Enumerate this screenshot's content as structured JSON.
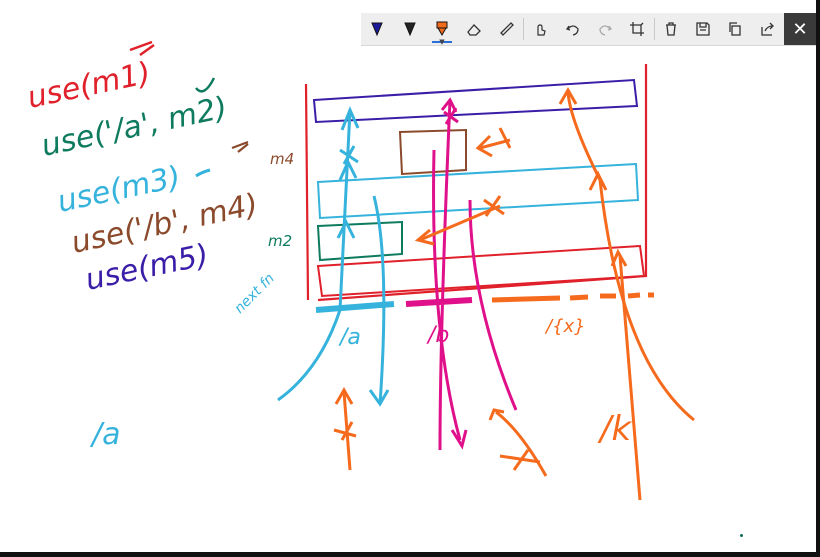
{
  "toolbar": {
    "tools": [
      {
        "name": "ballpoint-pen",
        "icon": "pen-icon",
        "color": "#1b1b9a"
      },
      {
        "name": "pencil",
        "icon": "pencil-icon",
        "color": "#222222"
      },
      {
        "name": "highlighter",
        "icon": "highlighter-icon",
        "color": "#f26a1b",
        "active": true
      },
      {
        "name": "eraser",
        "icon": "eraser-icon"
      },
      {
        "name": "ruler",
        "icon": "ruler-icon"
      },
      {
        "name": "touch-writing",
        "icon": "touch-icon"
      },
      {
        "name": "undo",
        "icon": "undo-icon"
      },
      {
        "name": "redo",
        "icon": "redo-icon",
        "disabled": true
      },
      {
        "name": "crop",
        "icon": "crop-icon"
      },
      {
        "name": "delete",
        "icon": "trash-icon"
      },
      {
        "name": "save",
        "icon": "save-icon"
      },
      {
        "name": "copy",
        "icon": "copy-icon"
      },
      {
        "name": "share",
        "icon": "share-icon"
      }
    ],
    "close_label": "✕"
  },
  "handwriting": {
    "line1": "use(m1)",
    "line2": "use('/a', m2)",
    "line3": "use(m3)",
    "line4": "use('/b', m4)",
    "line5": "use(m5)",
    "label_m4": "m4",
    "label_m2": "m2",
    "label_nextfn": "next fn",
    "label_a": "/a",
    "label_b": "/b",
    "label_k": "/k",
    "label_star": "/{x}",
    "label_a2": "/a"
  },
  "colors": {
    "red": "#e0202a",
    "green": "#0e7a5e",
    "cyan": "#36b3dc",
    "brown": "#8b4a2b",
    "purple": "#3b1ea8",
    "magenta": "#e0108a",
    "orange": "#f56a1c"
  }
}
